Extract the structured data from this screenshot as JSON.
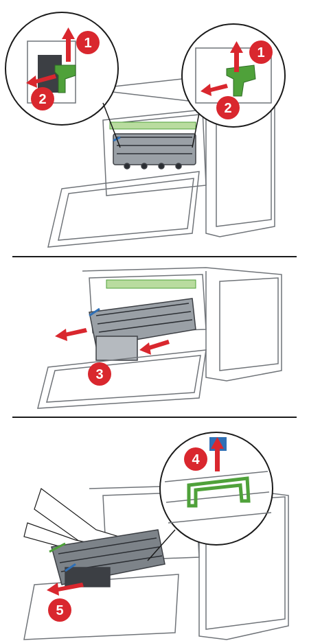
{
  "colors": {
    "accent_red": "#d9272e",
    "accent_green": "#4fa13a",
    "light_green": "#b9dc9f",
    "outline": "#6f7378",
    "part_dark": "#3c3f44",
    "blue": "#2f6fb5"
  },
  "steps": {
    "s1": "1",
    "s2": "2",
    "s3": "3",
    "s4": "4",
    "s5": "5"
  },
  "icons": [
    "arrow-up-icon",
    "arrow-left-icon",
    "step-badge-icon"
  ]
}
